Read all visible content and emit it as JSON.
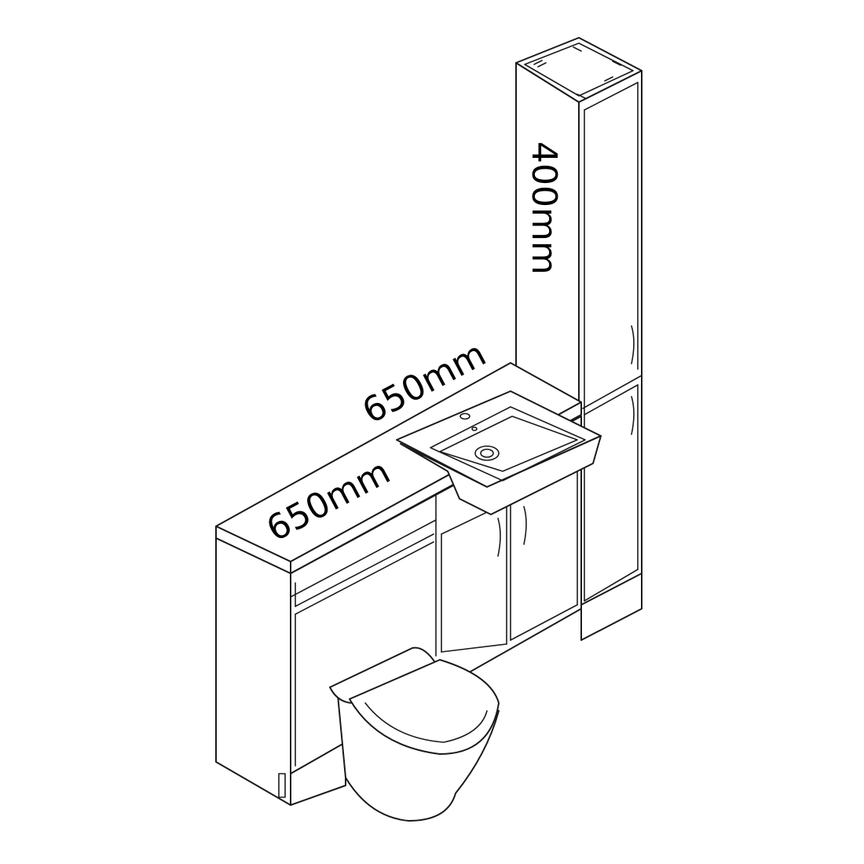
{
  "diagram": {
    "labels": {
      "tall_unit_width": "400mm",
      "run_length": "650mm",
      "depth": "650mm"
    },
    "colors": {
      "line": "#1a1a1a",
      "background": "#ffffff"
    }
  }
}
